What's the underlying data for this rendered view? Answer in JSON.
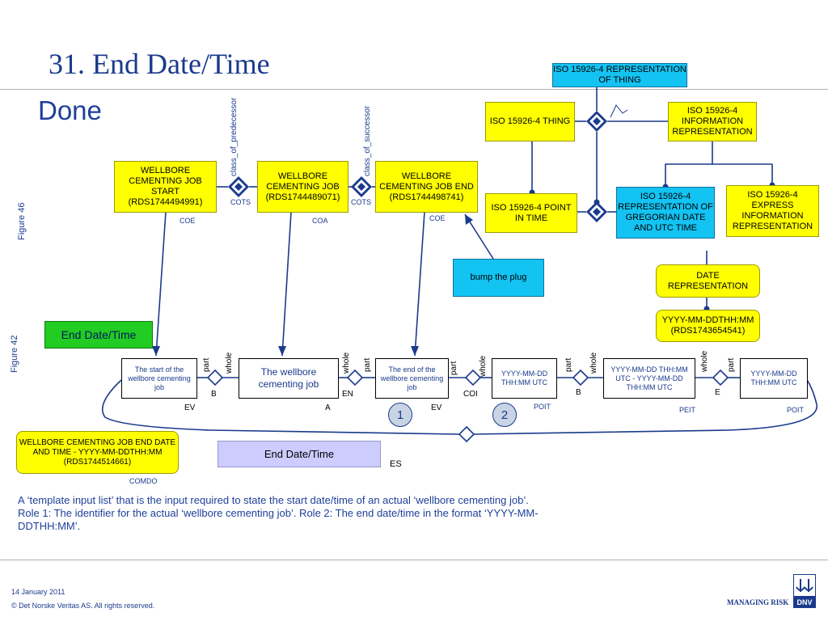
{
  "title": "31. End Date/Time",
  "subtitle": "Done",
  "boxes": {
    "rep_thing": "ISO 15926-4 REPRESENTATION OF THING",
    "thing": "ISO 15926-4 THING",
    "info_rep": "ISO 15926-4 INFORMATION REPRESENTATION",
    "point_in_time": "ISO 15926-4 POINT IN TIME",
    "rep_greg": "ISO 15926-4 REPRESENTATION OF GREGORIAN DATE AND UTC TIME",
    "express_info": "ISO 15926-4 EXPRESS INFORMATION REPRESENTATION",
    "bump_plug": "bump the plug",
    "date_rep": "DATE REPRESENTATION",
    "yyyy_rds": "YYYY-MM-DDTHH:MM (RDS1743654541)",
    "wb_start": "WELLBORE CEMENTING JOB START (RDS1744494991)",
    "wb_job": "WELLBORE CEMENTING JOB (RDS1744489071)",
    "wb_end": "WELLBORE CEMENTING JOB END (RDS1744498741)",
    "end_dt_green": "End Date/Time",
    "start_of": "The start of the wellbore cementing job",
    "the_job": "The wellbore cementing job",
    "end_of": "The end of the wellbore cementing job",
    "yyyy1": "YYYY-MM-DD THH:MM UTC",
    "yyyy_range": "YYYY-MM-DD THH:MM UTC - YYYY-MM-DD THH:MM UTC",
    "yyyy2": "YYYY-MM-DD THH:MM UTC",
    "wb_end_dt": "WELLBORE CEMENTING JOB END DATE AND TIME - YYYY-MM-DDTHH:MM (RDS1744514661)",
    "end_dt_lav": "End Date/Time"
  },
  "labels": {
    "class_of_predecessor": "class_of_predecessor",
    "class_of_successor": "class_of_successor",
    "cots1": "COTS",
    "cots2": "COTS",
    "coe1": "COE",
    "coa": "COA",
    "coe2": "COE",
    "figure46": "Figure 46",
    "figure42": "Figure 42",
    "part1": "part",
    "whole1": "whole",
    "whole2": "whole",
    "part2": "part",
    "part3": "part",
    "whole3": "whole",
    "part4": "part",
    "whole4": "whole",
    "whole5": "whole",
    "part5": "part",
    "b1": "B",
    "en": "EN",
    "coi": "COI",
    "b2": "B",
    "e": "E",
    "ev1": "EV",
    "a": "A",
    "ev2": "EV",
    "poit1": "POIT",
    "peit": "PEIT",
    "poit2": "POIT",
    "es": "ES",
    "comdo": "COMDO",
    "num1": "1",
    "num2": "2"
  },
  "description": "A ‘template input list’ that is the input required to state the start date/time of an actual  ‘wellbore cementing job’. Role 1: The identifier for the actual ‘wellbore cementing job’. Role 2: The end date/time in the format ‘YYYY-MM-DDTHH:MM’.",
  "footer": {
    "date": "14 January 2011",
    "copyright": "© Det Norske Veritas AS. All rights reserved.",
    "tagline": "MANAGING RISK",
    "logo_text": "DNV"
  },
  "colors": {
    "yellow": "#ffff00",
    "cyan": "#13c3f2",
    "line_blue": "#1a3a8c",
    "green": "#22cc22",
    "lavender": "#ccccff"
  }
}
